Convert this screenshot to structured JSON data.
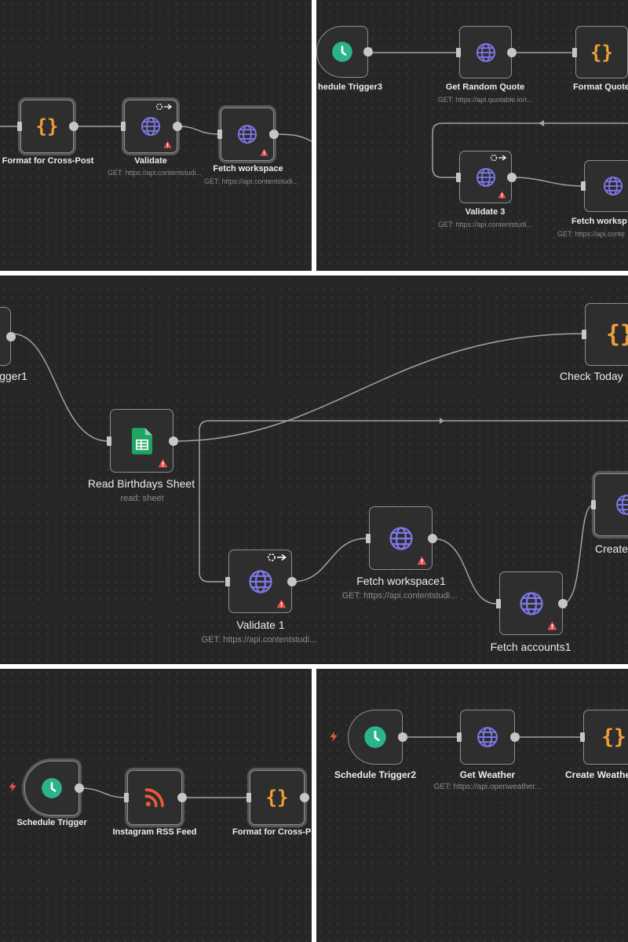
{
  "panels": [
    {
      "id": "p1",
      "nodes": [
        {
          "id": "p1-format",
          "label": "Format for Cross-Post",
          "icon": "code-braces-icon",
          "sub": ""
        },
        {
          "id": "p1-validate",
          "label": "Validate",
          "icon": "globe-icon",
          "sub": "GET: https://api.contentstudi..."
        },
        {
          "id": "p1-fetch",
          "label": "Fetch workspace",
          "icon": "globe-icon",
          "sub": "GET: https://api.contentstudi..."
        }
      ]
    },
    {
      "id": "p2",
      "nodes": [
        {
          "id": "p2-trigger",
          "label": "hedule Trigger3",
          "icon": "clock-icon",
          "sub": ""
        },
        {
          "id": "p2-quote",
          "label": "Get Random Quote",
          "icon": "globe-icon",
          "sub": "GET: https://api.quotable.io/r..."
        },
        {
          "id": "p2-format",
          "label": "Format Quote",
          "icon": "code-braces-icon",
          "sub": ""
        },
        {
          "id": "p2-validate",
          "label": "Validate 3",
          "icon": "globe-icon",
          "sub": "GET: https://api.contentstudi..."
        },
        {
          "id": "p2-fetch",
          "label": "Fetch worksp",
          "icon": "globe-icon",
          "sub": "GET: https://api.conte"
        }
      ]
    },
    {
      "id": "p3",
      "nodes": [
        {
          "id": "p3-trigger",
          "label": "igger1",
          "icon": "clock-icon",
          "sub": ""
        },
        {
          "id": "p3-check",
          "label": "Check Today",
          "icon": "code-braces-icon",
          "sub": ""
        },
        {
          "id": "p3-read",
          "label": "Read Birthdays Sheet",
          "icon": "google-sheets-icon",
          "sub": "read: sheet"
        },
        {
          "id": "p3-validate",
          "label": "Validate 1",
          "icon": "globe-icon",
          "sub": "GET: https://api.contentstudi..."
        },
        {
          "id": "p3-fetchws",
          "label": "Fetch workspace1",
          "icon": "globe-icon",
          "sub": "GET: https://api.contentstudi..."
        },
        {
          "id": "p3-fetchacc",
          "label": "Fetch accounts1",
          "icon": "globe-icon",
          "sub": ""
        },
        {
          "id": "p3-create",
          "label": "Create",
          "icon": "globe-icon",
          "sub": ""
        }
      ]
    },
    {
      "id": "p4",
      "nodes": [
        {
          "id": "p4-trigger",
          "label": "Schedule Trigger",
          "icon": "clock-icon",
          "sub": ""
        },
        {
          "id": "p4-rss",
          "label": "Instagram RSS Feed",
          "icon": "rss-icon",
          "sub": ""
        },
        {
          "id": "p4-format",
          "label": "Format for Cross-P",
          "icon": "code-braces-icon",
          "sub": ""
        }
      ]
    },
    {
      "id": "p5",
      "nodes": [
        {
          "id": "p5-trigger",
          "label": "Schedule Trigger2",
          "icon": "clock-icon",
          "sub": ""
        },
        {
          "id": "p5-weather",
          "label": "Get Weather",
          "icon": "globe-icon",
          "sub": "GET: https://api.openweather..."
        },
        {
          "id": "p5-create",
          "label": "Create Weathe",
          "icon": "code-braces-icon",
          "sub": ""
        }
      ]
    }
  ],
  "colors": {
    "canvas": "#262626",
    "node_bg": "#2e2e2e",
    "node_border": "#8e8e8e",
    "edge": "#a2a2a2",
    "globe": "#7f78e8",
    "braces": "#f0a038",
    "clock": "#2bb38a",
    "rss": "#e8583c",
    "sheets": "#1fa463",
    "warning": "#e84f4f"
  }
}
